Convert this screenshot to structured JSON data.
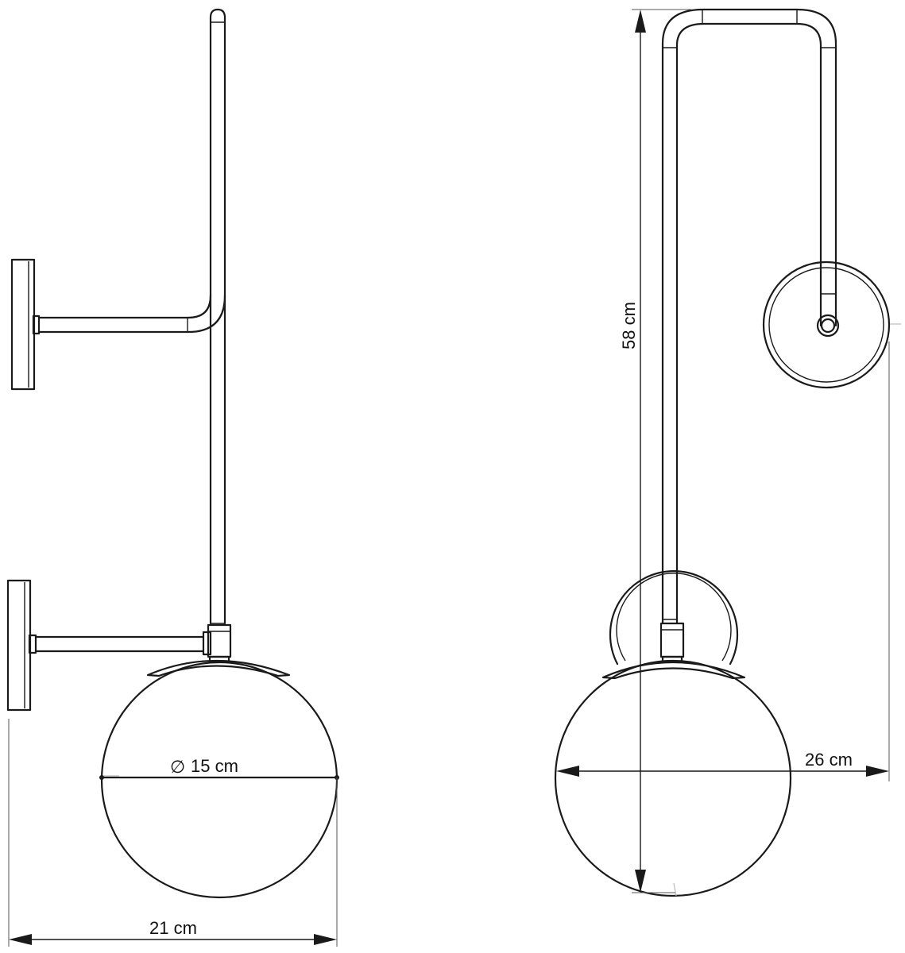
{
  "dimensions": {
    "side_width": "21 cm",
    "front_width": "26 cm",
    "height": "58 cm",
    "globe_diameter_symbol": "∅",
    "globe_diameter": "15 cm"
  }
}
